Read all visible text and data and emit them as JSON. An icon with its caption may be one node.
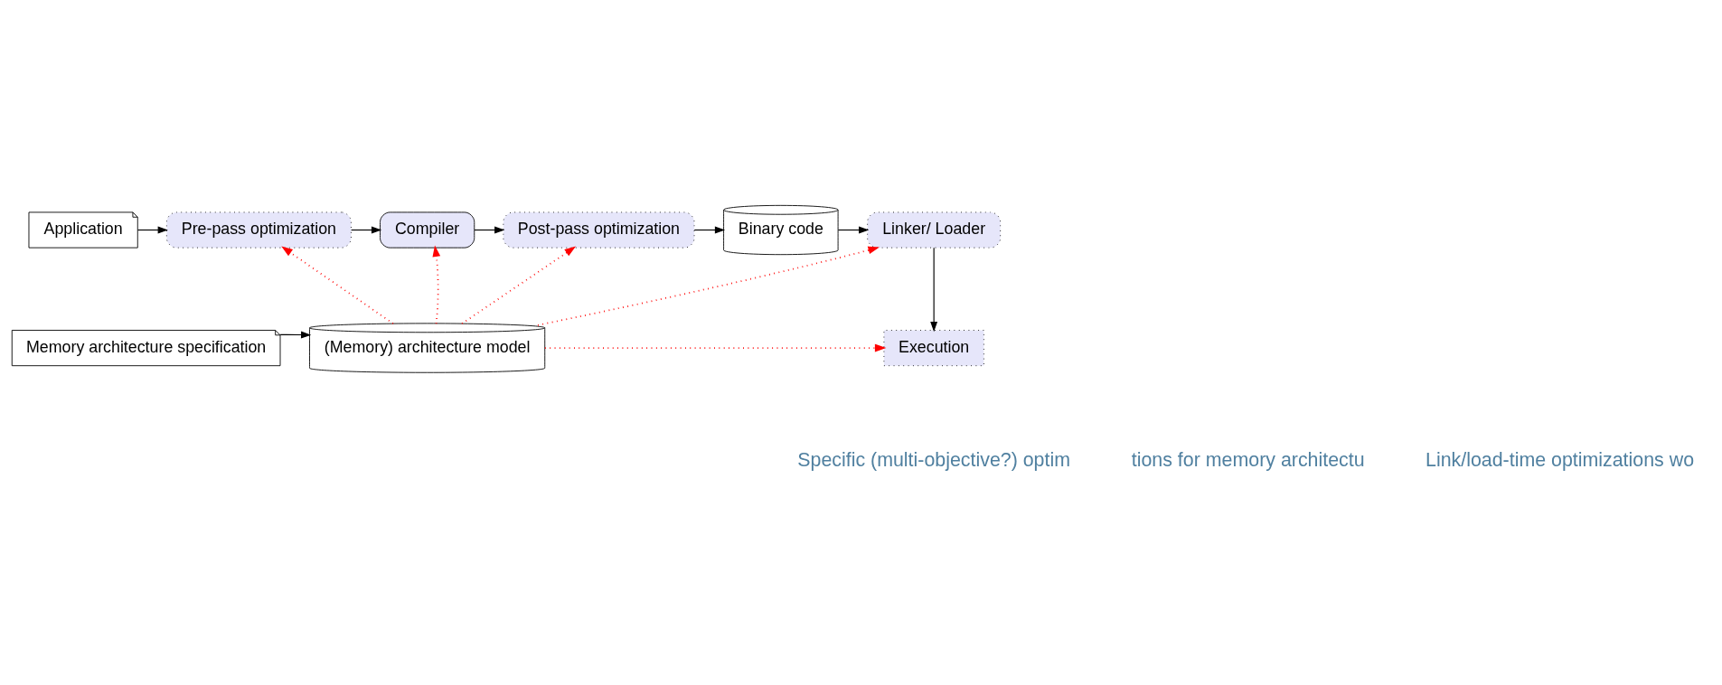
{
  "diagram": {
    "nodes": [
      {
        "text": [
          "Application"
        ]
      },
      {
        "text": [
          "Pre-pass optimization"
        ]
      },
      {
        "text": [
          "Compiler"
        ]
      },
      {
        "text": [
          "Post-pass optimization"
        ]
      },
      {
        "text": [
          "Binary code"
        ]
      },
      {
        "text": [
          "Linker/ Loader"
        ]
      },
      {
        "text": [
          "Execution"
        ]
      },
      {
        "text": [
          "Memory architecture specification"
        ]
      },
      {
        "text": [
          "(Memory) architecture model"
        ]
      }
    ],
    "edges": [
      {
        "from": 0,
        "to": 1,
        "arrow": "to"
      },
      {
        "from": 1,
        "to": 2,
        "arrow": "to"
      },
      {
        "from": 2,
        "to": 3,
        "arrow": "to"
      },
      {
        "from": 3,
        "to": 4,
        "arrow": "to"
      },
      {
        "from": 4,
        "to": 5,
        "arrow": "to"
      },
      {
        "from": 5,
        "to": 6,
        "arrow": "to"
      },
      {
        "from": 8,
        "to": 1,
        "arrow": "to",
        "style": "dashed",
        "color": "#ff0000"
      },
      {
        "from": 8,
        "to": 2,
        "arrow": "to",
        "style": "dashed",
        "color": "#ff0000"
      },
      {
        "from": 8,
        "to": 3,
        "arrow": "to",
        "style": "dashed",
        "color": "#ff0000"
      },
      {
        "from": 8,
        "to": 5,
        "arrow": "to",
        "style": "dashed",
        "color": "#ff0000"
      },
      {
        "from": 8,
        "to": 6,
        "arrow": "to",
        "style": "dashed",
        "color": "#ff0000"
      },
      {
        "from": 7,
        "to": 8,
        "arrow": "to"
      }
    ],
    "labels": [
      "Specific (multi-objective?) optim",
      "tions for memory architectu",
      "Link/load-time optimizations wo"
    ]
  }
}
